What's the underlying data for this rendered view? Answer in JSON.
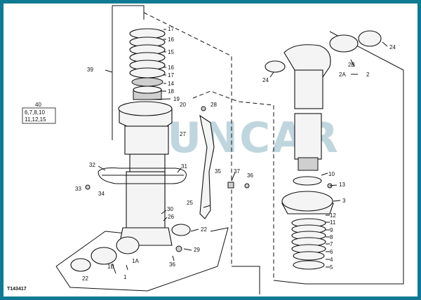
{
  "figure_code": "T143417",
  "group_label": {
    "number": "40",
    "members_line1": "6,7,8,10",
    "members_line2": "11,12,15"
  },
  "watermark": "SUNCAR",
  "callouts": {
    "c17a": "17",
    "c16a": "16",
    "c15": "15",
    "c16b": "16",
    "c17b": "17",
    "c14": "14",
    "c18": "18",
    "c19": "19",
    "c20": "20",
    "c39": "39",
    "c28": "28",
    "c27": "27",
    "c32": "32",
    "c31": "31",
    "c33": "33",
    "c34": "34",
    "c35": "35",
    "c37": "37",
    "c36": "36",
    "c25": "25",
    "c30": "30",
    "c26": "26",
    "c22a": "22",
    "c29": "29",
    "c36b": "36",
    "c1b": "1B",
    "c1a": "1A",
    "c1": "1",
    "c22b": "22",
    "c24a": "24",
    "c24b": "24",
    "c2b": "2B",
    "c2a": "2A",
    "c2": "2",
    "c10": "10",
    "c13": "13",
    "c3": "3",
    "c12": "12",
    "c11": "11",
    "c9": "9",
    "c8": "8",
    "c7": "7",
    "c6": "6",
    "c4": "4",
    "c5": "5"
  }
}
